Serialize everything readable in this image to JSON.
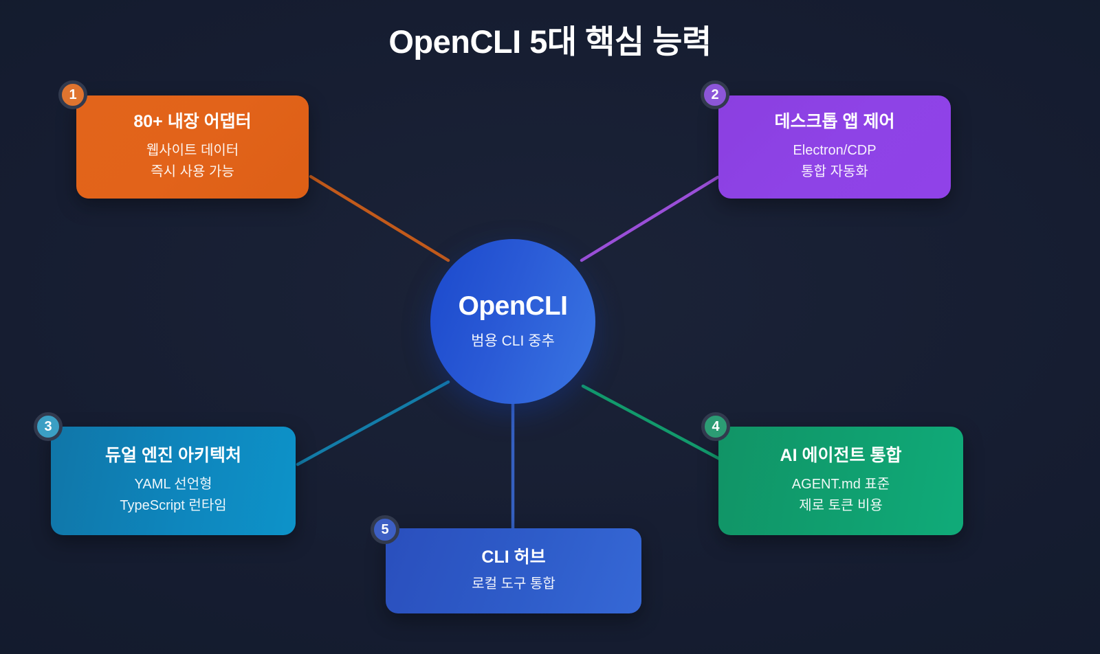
{
  "title": "OpenCLI 5대 핵심 능력",
  "background_color": "#161d31",
  "hub": {
    "title": "OpenCLI",
    "subtitle": "범용 CLI 중추",
    "color": "#2a5ad6"
  },
  "cards": [
    {
      "number": "1",
      "title": "80+ 내장 어댑터",
      "line1": "웹사이트 데이터",
      "line2": "즉시 사용 가능",
      "color": "#e2631a"
    },
    {
      "number": "2",
      "title": "데스크톱 앱 제어",
      "line1": "Electron/CDP",
      "line2": "통합 자동화",
      "color": "#8e43e6"
    },
    {
      "number": "3",
      "title": "듀얼 엔진 아키텍처",
      "line1": "YAML 선언형",
      "line2": "TypeScript 런타임",
      "color": "#0e86bd"
    },
    {
      "number": "4",
      "title": "AI 에이전트 통합",
      "line1": "AGENT.md 표준",
      "line2": "제로 토큰 비용",
      "color": "#10a070"
    },
    {
      "number": "5",
      "title": "CLI 허브",
      "line1": "로컬 도구 통합",
      "line2": "",
      "color": "#2e5cc9"
    }
  ],
  "connectors": [
    {
      "from": "card-1",
      "to": "hub",
      "color": "#c25a1b"
    },
    {
      "from": "card-2",
      "to": "hub",
      "color": "#9a4fd8"
    },
    {
      "from": "card-3",
      "to": "hub",
      "color": "#137ca8"
    },
    {
      "from": "card-4",
      "to": "hub",
      "color": "#129a6c"
    },
    {
      "from": "card-5",
      "to": "hub",
      "color": "#3560c0"
    }
  ]
}
